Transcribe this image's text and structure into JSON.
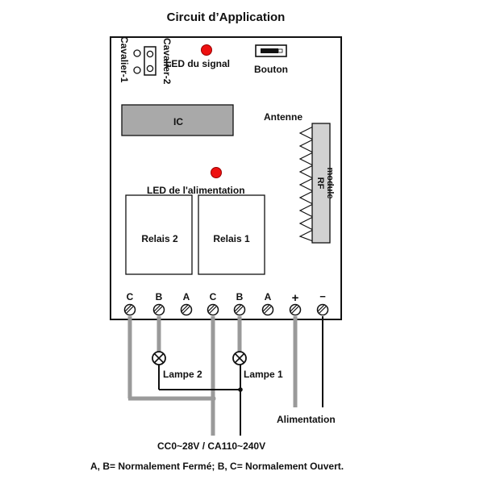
{
  "title": "Circuit d’Application",
  "jumpers": {
    "j1": "Cavalier-1",
    "j2": "Cavalier-2"
  },
  "signal_led": {
    "label": "LED du signal",
    "color": "#ee1111"
  },
  "button": {
    "label": "Bouton"
  },
  "ic": {
    "label": "IC",
    "fill": "#a9a9a9"
  },
  "antenna": {
    "label": "Antenne"
  },
  "rf_module": {
    "label_line1": "RF",
    "label_line2": "module",
    "fill": "#d2d2d2"
  },
  "power_led": {
    "label": "LED de l'alimentation",
    "color": "#ee1111"
  },
  "relays": [
    {
      "label": "Relais 2"
    },
    {
      "label": "Relais 1"
    }
  ],
  "terminals": [
    {
      "label": "C"
    },
    {
      "label": "B"
    },
    {
      "label": "A"
    },
    {
      "label": "C"
    },
    {
      "label": "B"
    },
    {
      "label": "A"
    },
    {
      "label": "+"
    },
    {
      "label": "−"
    }
  ],
  "lamps": [
    {
      "label": "Lampe 2"
    },
    {
      "label": "Lampe 1"
    }
  ],
  "power_supply_label": "Alimentation",
  "load_voltage_label": "CC0~28V / CA110~240V",
  "footnote": "A, B= Normalement Fermé; B, C= Normalement Ouvert.",
  "colors": {
    "wire_gray": "#9a9a9a",
    "wire_black": "#111111"
  }
}
